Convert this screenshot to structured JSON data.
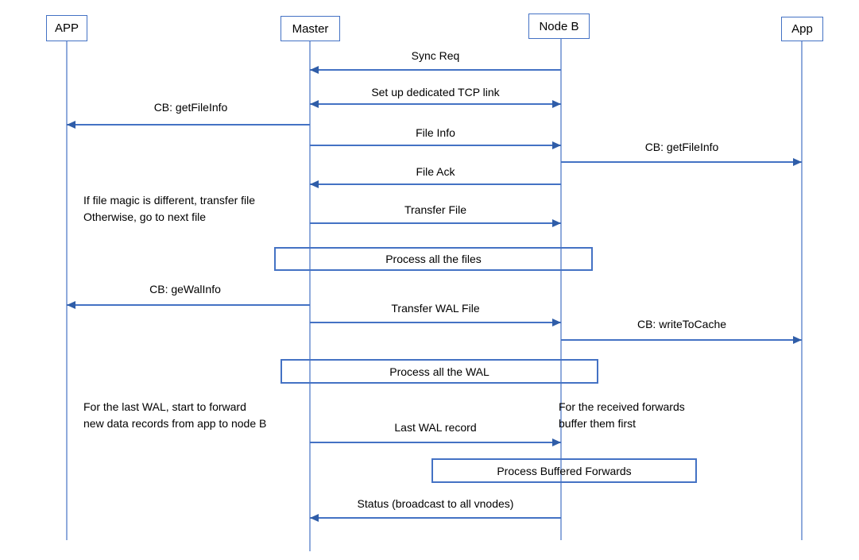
{
  "colors": {
    "background": "#FFFFFF",
    "message_line": "#4472C4",
    "arrowhead": "#2F5DA8",
    "lifeline": "#8FAADC",
    "box_border": "#4472C4",
    "text": "#000000"
  },
  "actors": [
    {
      "label": "APP"
    },
    {
      "label": "Master"
    },
    {
      "label": "Node B"
    },
    {
      "label": "App"
    }
  ],
  "messages": [
    {
      "label": "Sync Req",
      "from": "Node B",
      "to": "Master",
      "arrow": "left"
    },
    {
      "label": "Set up dedicated TCP link",
      "from": "Master",
      "to": "Node B",
      "arrow": "both"
    },
    {
      "label": "CB: getFileInfo",
      "from": "Master",
      "to": "APP",
      "arrow": "left"
    },
    {
      "label": "File Info",
      "from": "Master",
      "to": "Node B",
      "arrow": "right"
    },
    {
      "label": "CB: getFileInfo",
      "from": "Node B",
      "to": "App",
      "arrow": "right"
    },
    {
      "label": "File Ack",
      "from": "Node B",
      "to": "Master",
      "arrow": "left"
    },
    {
      "label": "Transfer File",
      "from": "Master",
      "to": "Node B",
      "arrow": "right"
    },
    {
      "label": "CB: geWalInfo",
      "from": "Master",
      "to": "APP",
      "arrow": "left"
    },
    {
      "label": "Transfer WAL File",
      "from": "Master",
      "to": "Node B",
      "arrow": "right"
    },
    {
      "label": "CB: writeToCache",
      "from": "Node B",
      "to": "App",
      "arrow": "right"
    },
    {
      "label": "Last WAL record",
      "from": "Master",
      "to": "Node B",
      "arrow": "right"
    },
    {
      "label": "Status (broadcast to all vnodes)",
      "from": "Node B",
      "to": "Master",
      "arrow": "left"
    }
  ],
  "process_boxes": [
    {
      "label": "Process all the files"
    },
    {
      "label": "Process all the WAL"
    },
    {
      "label": "Process Buffered Forwards"
    }
  ],
  "notes": [
    {
      "line1": "If file magic is different, transfer file",
      "line2": "Otherwise, go to next file"
    },
    {
      "line1": "For the last WAL, start to forward",
      "line2": "new data records from app to node B"
    },
    {
      "line1": "For the received forwards",
      "line2": "buffer them first"
    }
  ]
}
